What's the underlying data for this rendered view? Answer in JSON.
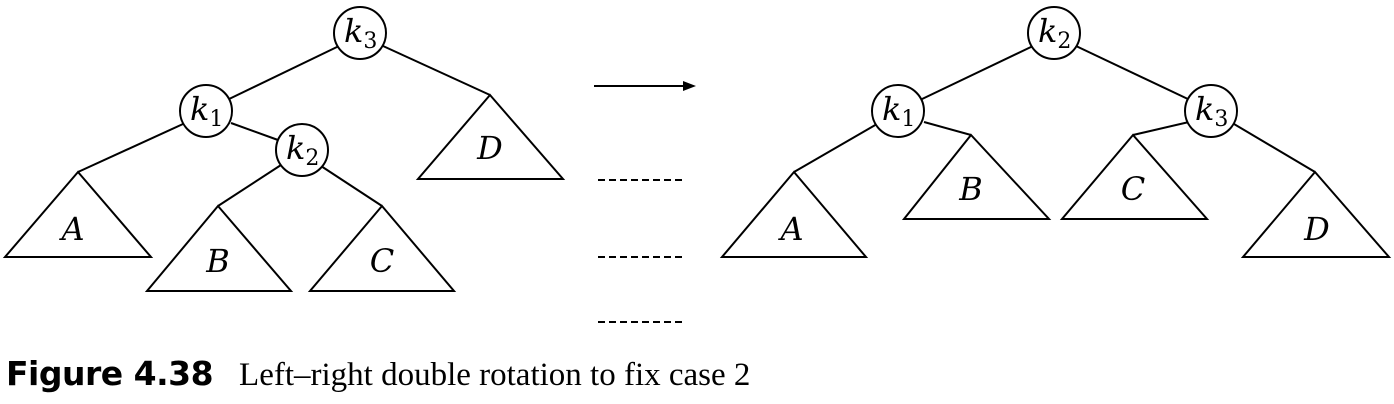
{
  "figure": {
    "label": "Figure 4.38",
    "caption": "Left–right double rotation to fix case 2"
  },
  "before": {
    "nodes": [
      {
        "id": "k3",
        "letter": "k",
        "sub": "3"
      },
      {
        "id": "k1",
        "letter": "k",
        "sub": "1"
      },
      {
        "id": "k2",
        "letter": "k",
        "sub": "2"
      }
    ],
    "subtrees": [
      "A",
      "B",
      "C",
      "D"
    ]
  },
  "after": {
    "nodes": [
      {
        "id": "k2",
        "letter": "k",
        "sub": "2"
      },
      {
        "id": "k1",
        "letter": "k",
        "sub": "1"
      },
      {
        "id": "k3",
        "letter": "k",
        "sub": "3"
      }
    ],
    "subtrees": [
      "A",
      "B",
      "C",
      "D"
    ]
  }
}
